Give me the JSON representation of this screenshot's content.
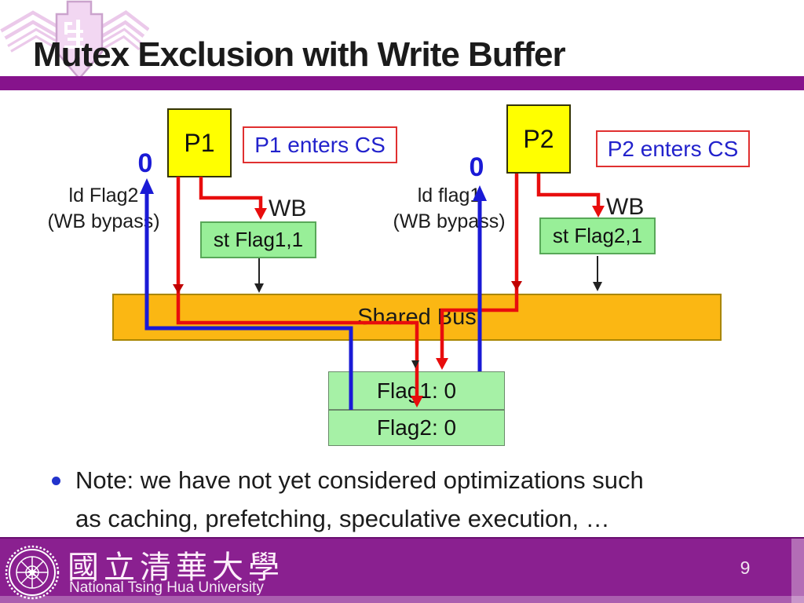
{
  "slide": {
    "title": "Mutex Exclusion with Write Buffer"
  },
  "diagram": {
    "p1_label": "P1",
    "p2_label": "P2",
    "p1_enters_cs": "P1 enters CS",
    "p2_enters_cs": "P2 enters CS",
    "p1_load_result": "0",
    "p2_load_result": "0",
    "p1_load_line1": "ld Flag2",
    "p1_load_line2": "(WB bypass)",
    "p2_load_line1": "ld flag1",
    "p2_load_line2": "(WB bypass)",
    "p1_wb_label": "WB",
    "p2_wb_label": "WB",
    "p1_store": "st Flag1,1",
    "p2_store": "st Flag2,1",
    "bus_label": "Shared Bus",
    "flag1_value": "Flag1: 0",
    "flag2_value": "Flag2: 0"
  },
  "note": {
    "line1": "Note: we have not yet considered optimizations such",
    "line2": "as caching, prefetching, speculative execution, …"
  },
  "footer": {
    "university_zh": "國立清華大學",
    "university_en": "National Tsing Hua University",
    "page_number": "9"
  },
  "colors": {
    "accent_purple": "#86138C",
    "footer_purple": "#8A2090",
    "process_yellow": "#FFFF00",
    "buffer_green": "#98EF98",
    "memory_green": "#A6F1A6",
    "bus_orange": "#FBB713",
    "wire_red": "#E80D0D",
    "wire_blue": "#1A1AD6",
    "label_blue": "#2222CC",
    "callout_border_red": "#E03030",
    "logo_pink": "#EBC9EA"
  }
}
